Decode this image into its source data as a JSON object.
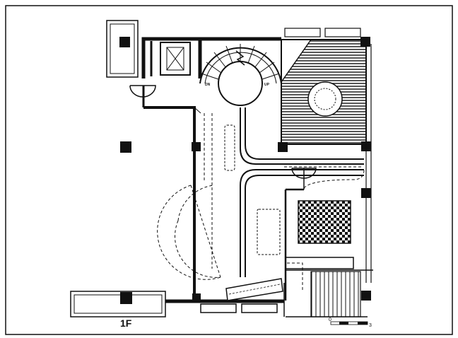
{
  "drawing": {
    "floor_label": "1F",
    "stair_down_label": "DN",
    "stair_up_label": "UP",
    "scale_bar": {
      "start_label": "0",
      "end_label": "3"
    }
  },
  "colors": {
    "ink": "#111111",
    "paper": "#ffffff"
  }
}
